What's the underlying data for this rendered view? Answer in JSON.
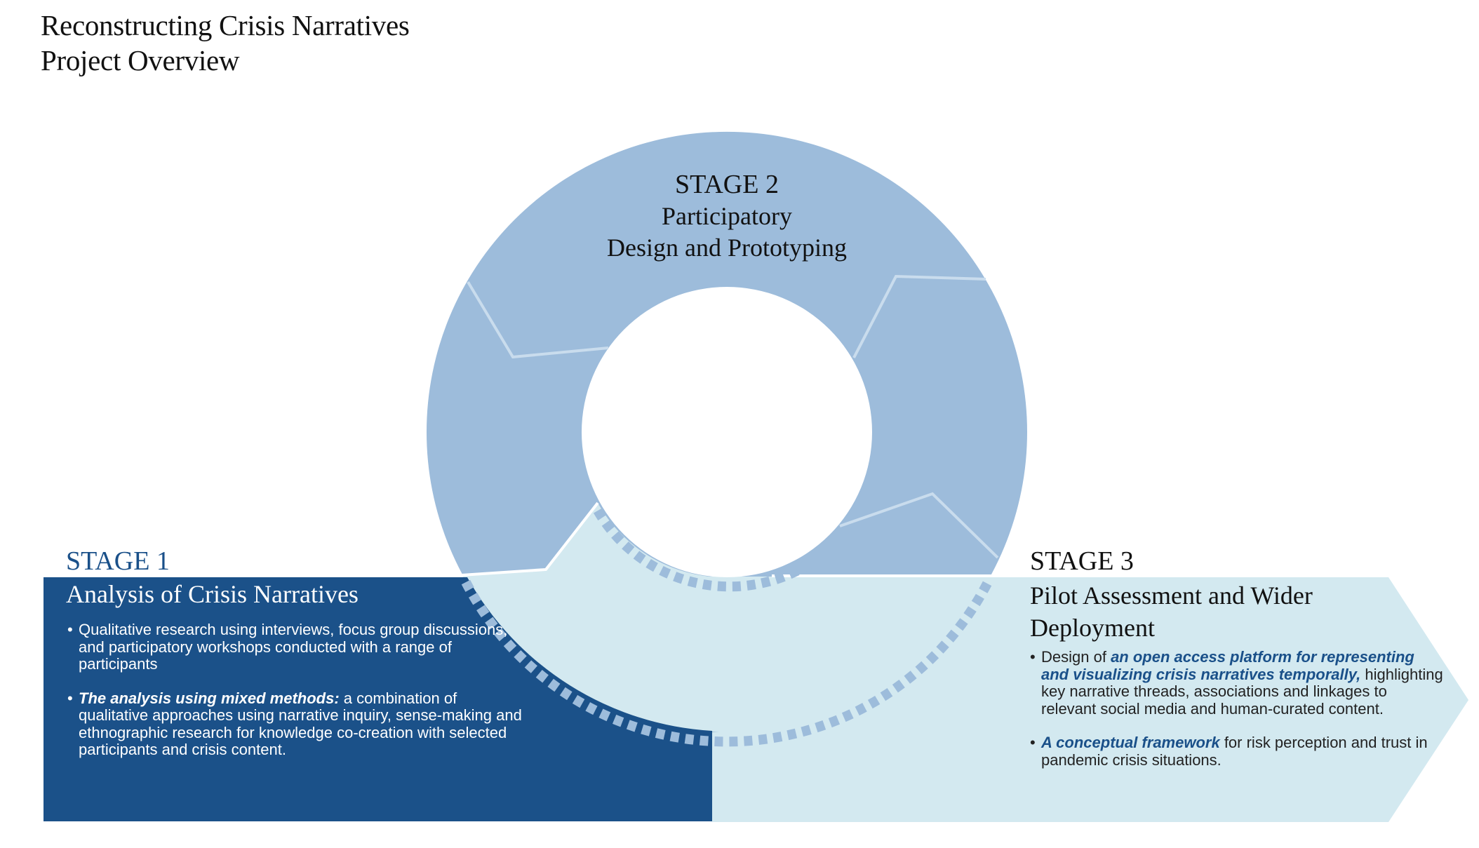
{
  "title": {
    "line1": "Reconstructing Crisis Narratives",
    "line2": "Project Overview"
  },
  "colors": {
    "stage1_dark": "#1b5189",
    "ring_mid": "#9dbcdb",
    "panel_light": "#d3e9f0",
    "divider": "#ffffff",
    "chevron_line": "#c9dced",
    "dash": "#9dbcdb",
    "accent_text": "#1a5089"
  },
  "stage1": {
    "number": "STAGE 1",
    "name": "Analysis of Crisis Narratives",
    "bullets": [
      {
        "bullet": "•",
        "emphasis": "",
        "text": "Qualitative research using interviews, focus group discussions, and participatory workshops conducted with a range of participants"
      },
      {
        "bullet": "•",
        "emphasis": "The analysis using mixed methods:",
        "text": " a combination of qualitative approaches using narrative inquiry, sense-making and ethnographic research for knowledge co-creation with selected participants and crisis content."
      }
    ]
  },
  "stage2": {
    "number": "STAGE 2",
    "name_line1": "Participatory",
    "name_line2": "Design and Prototyping"
  },
  "stage3": {
    "number": "STAGE 3",
    "name": "Pilot Assessment and Wider Deployment",
    "bullets": [
      {
        "bullet": "•",
        "prefix": "Design of ",
        "emphasis": "an open access platform for representing and visualizing crisis narratives temporally,",
        "text": " highlighting key narrative threads, associations and linkages to relevant social media and human-curated content."
      },
      {
        "bullet": "•",
        "prefix": "",
        "emphasis": "A conceptual framework",
        "text": " for risk perception and trust in pandemic crisis situations."
      }
    ]
  }
}
